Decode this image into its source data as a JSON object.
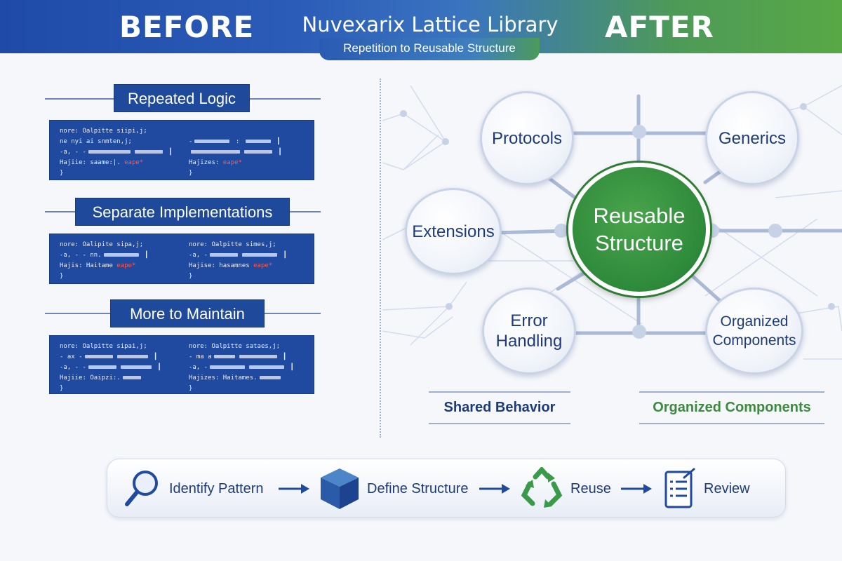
{
  "header": {
    "before": "BEFORE",
    "after": "AFTER",
    "title": "Nuvexarix Lattice Library",
    "subtitle": "Repetition to Reusable Structure",
    "colors": {
      "blue": "#1f4aa8",
      "green": "#58a845"
    }
  },
  "before": {
    "sections": [
      {
        "label": "Repeated Logic",
        "left_lines": [
          "nore: Oalpitte siipi,j;",
          "  ne nyi ai snmten,j;",
          "  -a, - -",
          "  Hajiie: saame:|. eape*",
          "}"
        ],
        "right_lines": [
          "-",
          "",
          "Hajizes: eape*",
          "}"
        ]
      },
      {
        "label": "Separate Implementations",
        "left_lines": [
          "nore: Oalipite sipa,j;",
          "  -a, - - nn.",
          "  Hajis: Haitame eape*",
          "}"
        ],
        "right_lines": [
          "nore: Oalpitte simes,j;",
          "  -a, -",
          "  Hajise: hasamnes eape*",
          "}"
        ]
      },
      {
        "label": "More to Maintain",
        "left_lines": [
          "nore: Oalpitte sipai,j;",
          "  - ax -",
          "  -a, - -",
          "  Hajiie: Oaipzi:.",
          "}"
        ],
        "right_lines": [
          "nore: Oalpitte sataes,j;",
          "  - ma a",
          "  -a, -",
          "  Hajizes: Haitames.",
          "}"
        ]
      }
    ]
  },
  "after": {
    "center": "Reusable Structure",
    "nodes": {
      "protocols": "Protocols",
      "generics": "Generics",
      "extensions": "Extensions",
      "error_handling": "Error Handling",
      "organized_components": "Organized Components"
    },
    "tags": {
      "shared_behavior": "Shared Behavior",
      "organized_components": "Organized Components"
    },
    "colors": {
      "node_text": "#1d3b7a",
      "center": "#2d8a3a",
      "green_text": "#3c8a3e"
    }
  },
  "process": {
    "steps": [
      {
        "label": "Identify Pattern",
        "icon": "magnifier-icon"
      },
      {
        "label": "Define Structure",
        "icon": "cube-icon"
      },
      {
        "label": "Reuse",
        "icon": "recycle-icon"
      },
      {
        "label": "Review",
        "icon": "checklist-icon"
      }
    ]
  }
}
